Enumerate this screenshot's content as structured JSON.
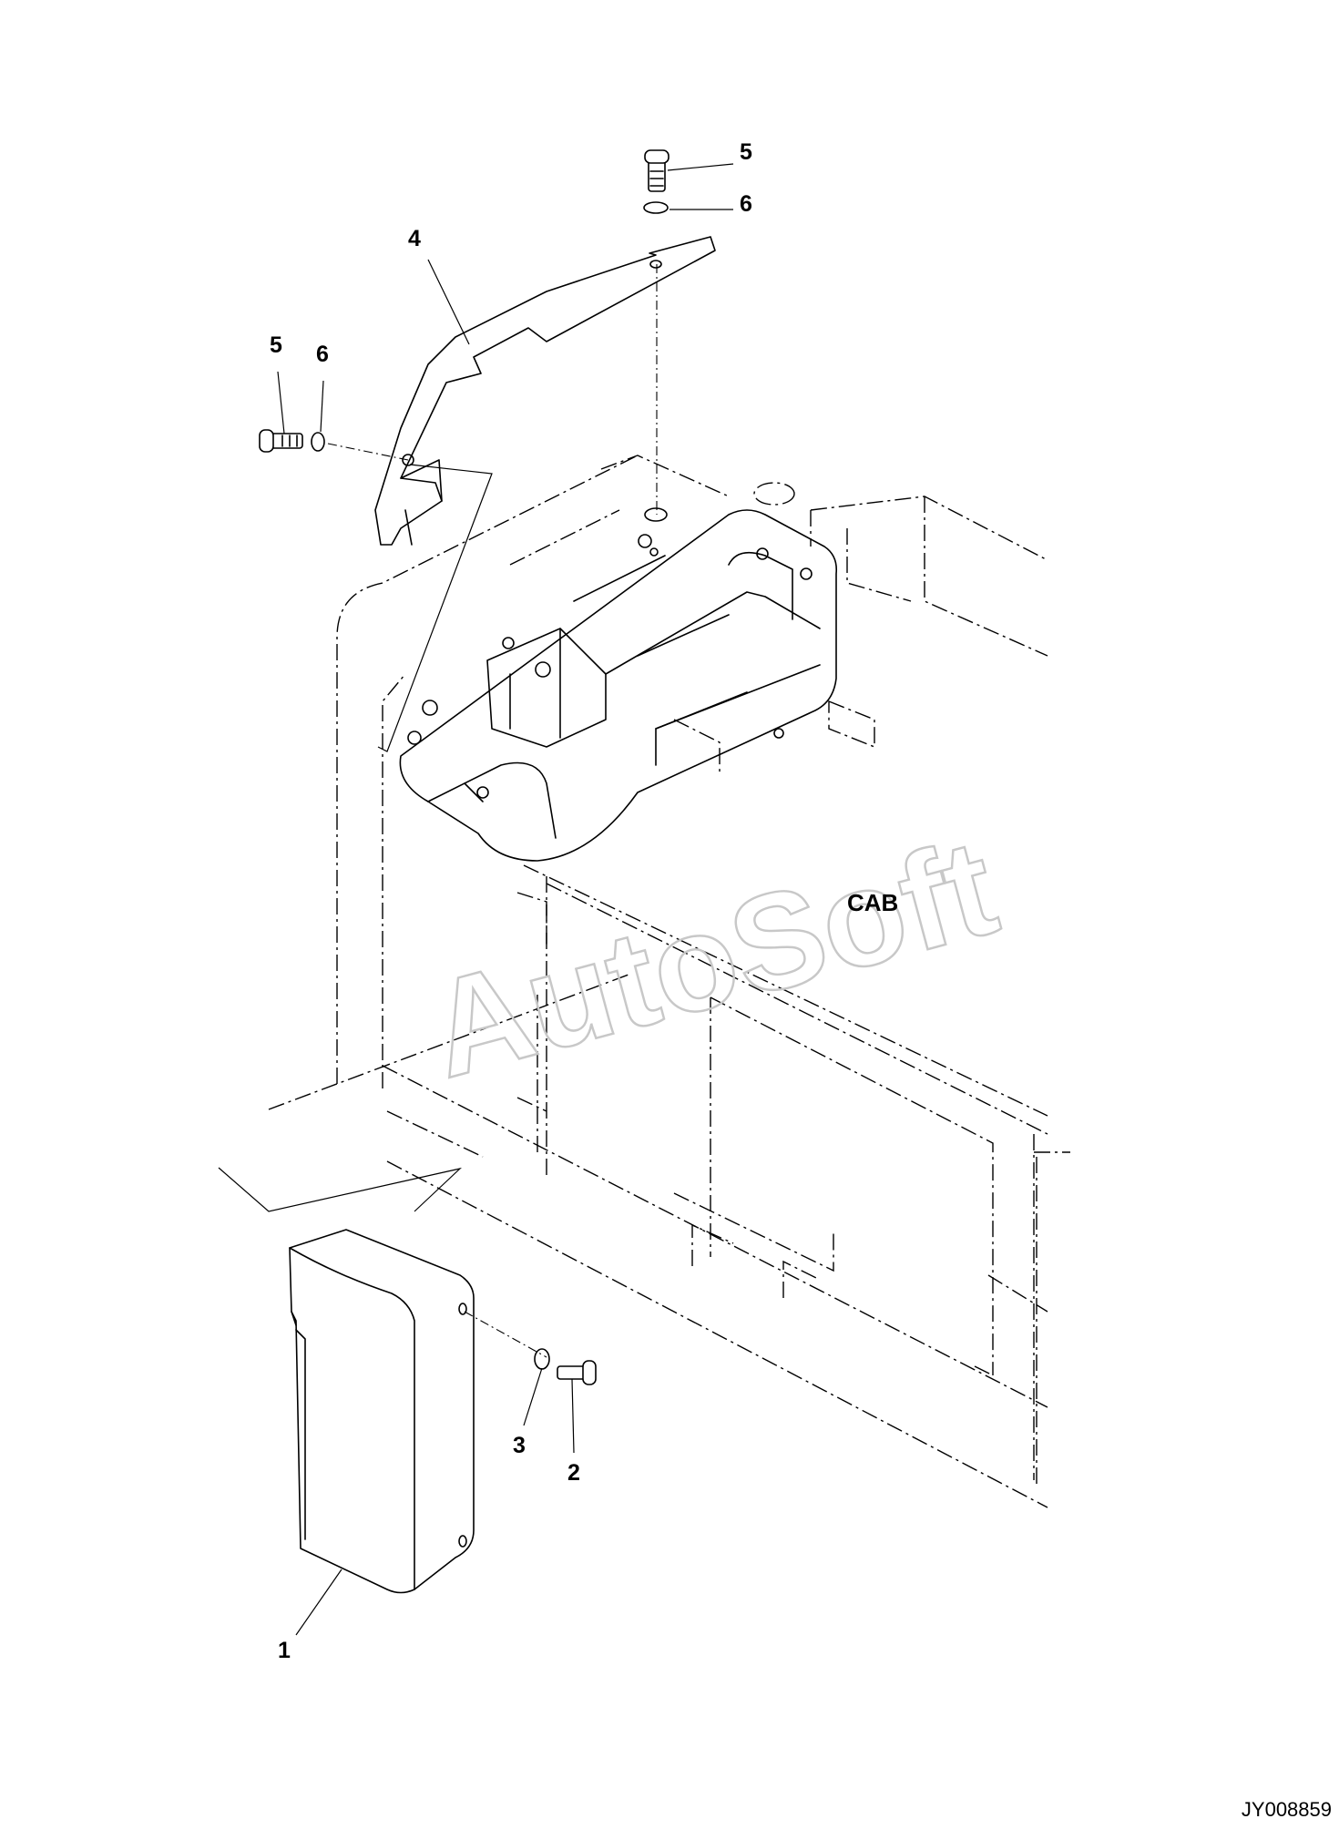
{
  "watermark": "AutoSoft",
  "zone_label": "CAB",
  "figure_code": "JY008859",
  "callouts": [
    {
      "id": "label-1",
      "text": "1"
    },
    {
      "id": "label-2",
      "text": "2"
    },
    {
      "id": "label-3",
      "text": "3"
    },
    {
      "id": "label-4",
      "text": "4"
    },
    {
      "id": "label-5-top",
      "text": "5"
    },
    {
      "id": "label-6-top",
      "text": "6"
    },
    {
      "id": "label-5-left",
      "text": "5"
    },
    {
      "id": "label-6-left",
      "text": "6"
    }
  ]
}
